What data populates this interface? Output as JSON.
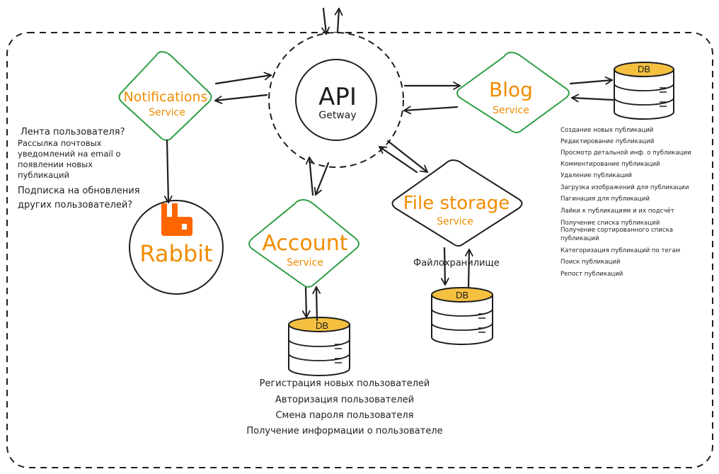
{
  "api": {
    "title": "API",
    "subtitle": "Getway"
  },
  "services": {
    "notifications": {
      "title": "Notifications",
      "subtitle": "Service"
    },
    "blog": {
      "title": "Blog",
      "subtitle": "Service"
    },
    "file_storage": {
      "title": "File storage",
      "subtitle": "Service"
    },
    "account": {
      "title": "Account",
      "subtitle": "Service"
    }
  },
  "rabbit": {
    "label": "Rabbit"
  },
  "databases": {
    "blog": "DB",
    "file_storage": "DB",
    "account": "DB"
  },
  "notes": {
    "notifications": [
      "Лента пользователя?",
      "Рассылка почтовых",
      "уведомлений на email о",
      "появлении новых",
      "публикаций",
      "Подписка на обновления",
      "других пользователей?"
    ],
    "file_storage": "Файлохранилище",
    "blog": [
      "Создание новых публикаций",
      "Редактирование публикаций",
      "Просмотр детальной инф. о публикации",
      "Комментирование публикаций",
      "Удаление публикаций",
      "Загрузка изображений для публикации",
      "Пагинация для публикаций",
      "Лайки к публикациям и их подсчёт",
      "Получение списка публикаций",
      "Получение сортированного списка",
      "публикаций",
      "Категоризация публикаций по тегам",
      "Поиск публикаций",
      "Репост публикаций"
    ],
    "account": [
      "Регистрация новых пользователей",
      "Авторизация пользователей",
      "Смена пароля пользователя",
      "Получение информации о пользователе"
    ]
  },
  "colors": {
    "service_border": "#2f9e44",
    "service_text": "#f08c00",
    "db_top": "#f5c040",
    "rabbit_logo": "#ff6600",
    "stroke": "#1e1e1e"
  }
}
